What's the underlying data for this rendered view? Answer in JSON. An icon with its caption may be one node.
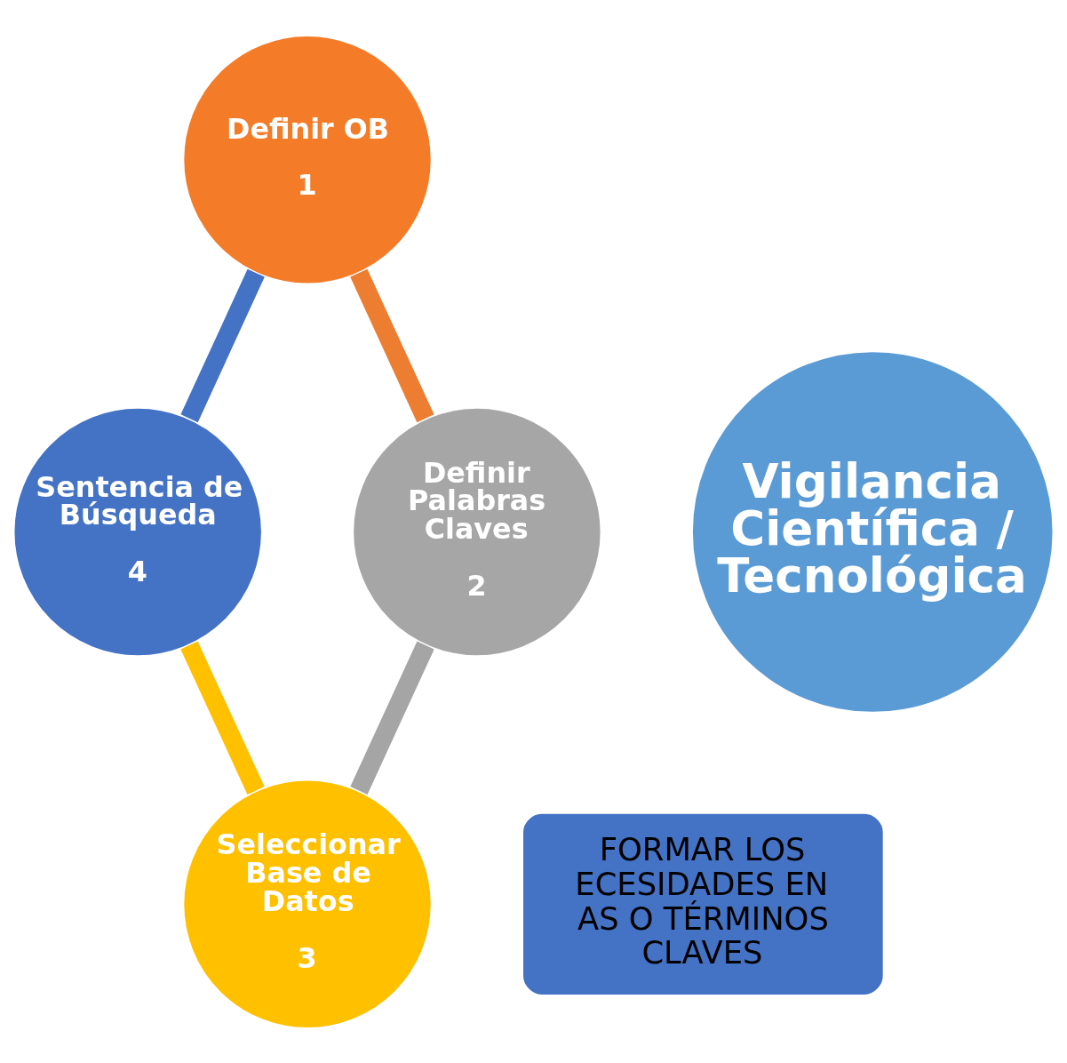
{
  "diagram": {
    "nodes": [
      {
        "text": [
          "Vigilancia Científica / Tecnológica"
        ]
      },
      {
        "text": [
          "Definir OB",
          "1"
        ]
      },
      {
        "text": [
          "Definir Palabras Claves",
          "2"
        ]
      },
      {
        "text": [
          "Seleccionar Base de Datos",
          "3"
        ]
      },
      {
        "text": [
          "Sentencia de Búsqueda",
          "4"
        ]
      },
      {
        "text": [
          "FORMAR LOS ECESIDADES EN AS O TÉRMINOS CLAVES"
        ]
      }
    ],
    "edges": [
      {
        "from": 1,
        "to": 2,
        "arrow": "none",
        "color": "#ed7d31"
      },
      {
        "from": 2,
        "to": 3,
        "arrow": "none",
        "color": "#a5a5a5"
      },
      {
        "from": 3,
        "to": 4,
        "arrow": "none",
        "color": "#ffc000"
      },
      {
        "from": 4,
        "to": 1,
        "arrow": "none",
        "color": "#4472c4"
      }
    ]
  }
}
